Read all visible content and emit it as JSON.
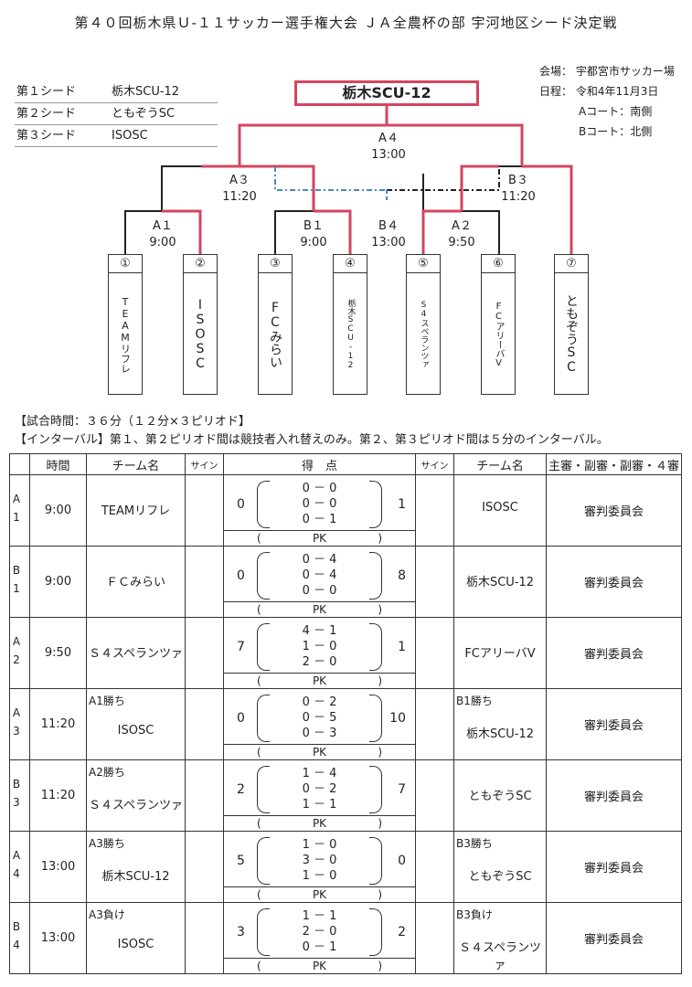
{
  "title": "第４０回栃木県Ｕ‐１１サッカー選手権大会 ＪＡ全農杯の部 宇河地区シード決定戦",
  "seeds": [
    {
      "label": "第１シード",
      "team": "栃木SCU-12"
    },
    {
      "label": "第２シード",
      "team": "ともぞうSC"
    },
    {
      "label": "第３シード",
      "team": "ISOSC"
    }
  ],
  "info": {
    "venue": "会場： 宇都宮市サッカー場",
    "date": "日程： 令和4年11月3日",
    "court_a": "Aコート：南側",
    "court_b": "Bコート：北側"
  },
  "bracket": {
    "winner": "栃木SCU-12",
    "labels": {
      "a4": "A４",
      "a4_time": "13:00",
      "a3": "A３",
      "a3_time": "11:20",
      "b3": "B３",
      "b3_time": "11:20",
      "a1": "A１",
      "a1_time": "9:00",
      "b1": "B１",
      "b1_time": "9:00",
      "b4": "B４",
      "b4_time": "13:00",
      "a2": "A２",
      "a2_time": "9:50"
    },
    "teams": [
      {
        "num": "①",
        "name": "TEAMリフレ",
        "size": 11
      },
      {
        "num": "②",
        "name": "ISOSC",
        "size": 14
      },
      {
        "num": "③",
        "name": "FCみらい",
        "size": 14
      },
      {
        "num": "④",
        "name": "栃木SCU-12",
        "size": 9
      },
      {
        "num": "⑤",
        "name": "S4スペランツァ",
        "size": 9
      },
      {
        "num": "⑥",
        "name": "FCアリーバV",
        "size": 10
      },
      {
        "num": "⑦",
        "name": "ともぞうSC",
        "size": 14
      }
    ]
  },
  "notes": {
    "line1": "【試合時間：３６分（１２分×３ピリオド】",
    "line2": "【インターバル】第１、第２ピリオド間は競技者入れ替えのみ。第２、第３ピリオド間は５分のインターバル。"
  },
  "table": {
    "headers": [
      "",
      "時間",
      "チーム名",
      "サイン",
      "得　点",
      "サイン",
      "チーム名",
      "主審・副審・副審・４審"
    ],
    "pk_label": "PK",
    "rows": [
      {
        "match": "A1",
        "time": "9:00",
        "label1": "",
        "team1": "TEAMリフレ",
        "total1": "0",
        "periods": [
          "0 － 0",
          "0 － 0",
          "0 － 1"
        ],
        "total2": "1",
        "label2": "",
        "team2": "ISOSC",
        "ref": "審判委員会"
      },
      {
        "match": "B1",
        "time": "9:00",
        "label1": "",
        "team1": "ＦＣみらい",
        "total1": "0",
        "periods": [
          "0 － 4",
          "0 － 4",
          "0 － 0"
        ],
        "total2": "8",
        "label2": "",
        "team2": "栃木SCU-12",
        "ref": "審判委員会"
      },
      {
        "match": "A2",
        "time": "9:50",
        "label1": "",
        "team1": "Ｓ４スペランツァ",
        "total1": "7",
        "periods": [
          "4 － 1",
          "1 － 0",
          "2 － 0"
        ],
        "total2": "1",
        "label2": "",
        "team2": "FCアリーバV",
        "ref": "審判委員会"
      },
      {
        "match": "A3",
        "time": "11:20",
        "label1": "A1勝ち",
        "team1": "ISOSC",
        "total1": "0",
        "periods": [
          "0 － 2",
          "0 － 5",
          "0 － 3"
        ],
        "total2": "10",
        "label2": "B1勝ち",
        "team2": "栃木SCU-12",
        "ref": "審判委員会"
      },
      {
        "match": "B3",
        "time": "11:20",
        "label1": "A2勝ち",
        "team1": "Ｓ４スペランツァ",
        "total1": "2",
        "periods": [
          "1 － 4",
          "0 － 2",
          "1 － 1"
        ],
        "total2": "7",
        "label2": "",
        "team2": "ともぞうSC",
        "ref": "審判委員会"
      },
      {
        "match": "A4",
        "time": "13:00",
        "label1": "A3勝ち",
        "team1": "栃木SCU-12",
        "total1": "5",
        "periods": [
          "1 － 0",
          "3 － 0",
          "1 － 0"
        ],
        "total2": "0",
        "label2": "B3勝ち",
        "team2": "ともぞうSC",
        "ref": "審判委員会"
      },
      {
        "match": "B4",
        "time": "13:00",
        "label1": "A3負け",
        "team1": "ISOSC",
        "total1": "3",
        "periods": [
          "1 － 1",
          "2 － 0",
          "0 － 1"
        ],
        "total2": "2",
        "label2": "B3負け",
        "team2": "Ｓ４スペランツァ",
        "ref": "審判委員会"
      }
    ]
  }
}
